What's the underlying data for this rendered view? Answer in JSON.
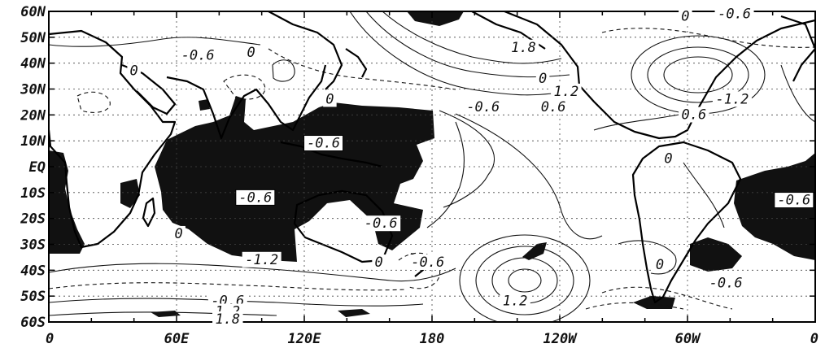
{
  "map": {
    "y_ticks": [
      "60N",
      "50N",
      "40N",
      "30N",
      "20N",
      "10N",
      "EQ",
      "10S",
      "20S",
      "30S",
      "40S",
      "50S",
      "60S"
    ],
    "x_ticks": [
      "0",
      "60E",
      "120E",
      "180",
      "120W",
      "60W",
      "0"
    ],
    "contour_labels": [
      {
        "text": "-0.6",
        "lon": 70,
        "lat": 42,
        "boxed": false
      },
      {
        "text": "0",
        "lon": 95,
        "lat": 43,
        "boxed": false
      },
      {
        "text": "0",
        "lon": 40,
        "lat": 36,
        "boxed": false
      },
      {
        "text": "0",
        "lon": 132,
        "lat": 25,
        "boxed": false
      },
      {
        "text": "-0.6",
        "lon": 204,
        "lat": 22,
        "boxed": false
      },
      {
        "text": "-0.6",
        "lon": 129,
        "lat": 8,
        "boxed": true
      },
      {
        "text": "-0.6",
        "lon": 97,
        "lat": -13,
        "boxed": true
      },
      {
        "text": "-0.6",
        "lon": 156,
        "lat": -23,
        "boxed": false
      },
      {
        "text": "0",
        "lon": 61,
        "lat": -27,
        "boxed": false
      },
      {
        "text": "-1.2",
        "lon": 100,
        "lat": -37,
        "boxed": false
      },
      {
        "text": "-0.6",
        "lon": 178,
        "lat": -38,
        "boxed": false
      },
      {
        "text": "0",
        "lon": 155,
        "lat": -38,
        "boxed": false
      },
      {
        "text": "1.8",
        "lon": 223,
        "lat": 45,
        "boxed": false
      },
      {
        "text": "0",
        "lon": 232,
        "lat": 33,
        "boxed": false
      },
      {
        "text": "1.2",
        "lon": 243,
        "lat": 28,
        "boxed": false
      },
      {
        "text": "0.6",
        "lon": 237,
        "lat": 22,
        "boxed": false
      },
      {
        "text": "-0.6",
        "lon": 322,
        "lat": 58,
        "boxed": false
      },
      {
        "text": "0",
        "lon": 299,
        "lat": 57,
        "boxed": false
      },
      {
        "text": "-1.2",
        "lon": 321,
        "lat": 25,
        "boxed": false
      },
      {
        "text": "0.6",
        "lon": 303,
        "lat": 19,
        "boxed": false
      },
      {
        "text": "0",
        "lon": 291,
        "lat": 2,
        "boxed": false
      },
      {
        "text": "-0.6",
        "lon": 350,
        "lat": -14,
        "boxed": true
      },
      {
        "text": "0",
        "lon": 287,
        "lat": -39,
        "boxed": false
      },
      {
        "text": "-0.6",
        "lon": 318,
        "lat": -46,
        "boxed": false
      },
      {
        "text": "1.2",
        "lon": 219,
        "lat": -53,
        "boxed": false
      },
      {
        "text": "-0.6",
        "lon": 84,
        "lat": -53,
        "boxed": false
      },
      {
        "text": "1.2",
        "lon": 84,
        "lat": -57,
        "boxed": false
      },
      {
        "text": "1.8",
        "lon": 84,
        "lat": -60,
        "boxed": false
      }
    ]
  }
}
